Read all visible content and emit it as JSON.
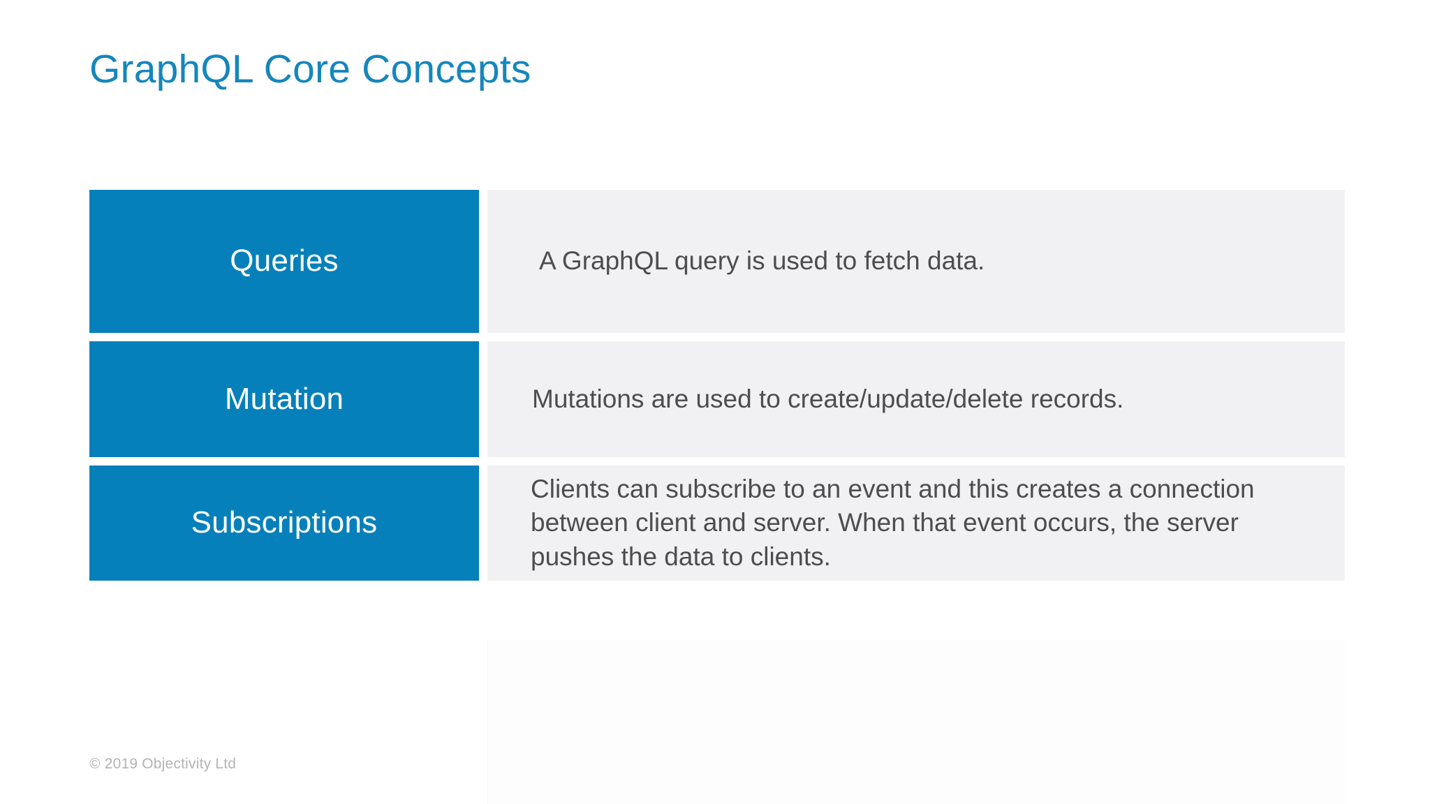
{
  "slide": {
    "title": "GraphQL Core Concepts",
    "title_color": "#1586bd",
    "background_color": "#ffffff"
  },
  "theme": {
    "accent_blue": "#0680ba",
    "panel_gray": "#f1f0f2",
    "body_text": "#4d4d4d",
    "footer_text": "#b4b4b4"
  },
  "concepts": [
    {
      "term": "Queries",
      "description": "A GraphQL query is used to fetch data."
    },
    {
      "term": "Mutation",
      "description": "Mutations are used to create/update/delete records."
    },
    {
      "term": "Subscriptions",
      "description": "Clients can subscribe to an event and this creates a connection between client and server. When that event occurs, the server pushes the data to clients."
    }
  ],
  "footer": {
    "copyright": "© 2019 Objectivity Ltd"
  }
}
